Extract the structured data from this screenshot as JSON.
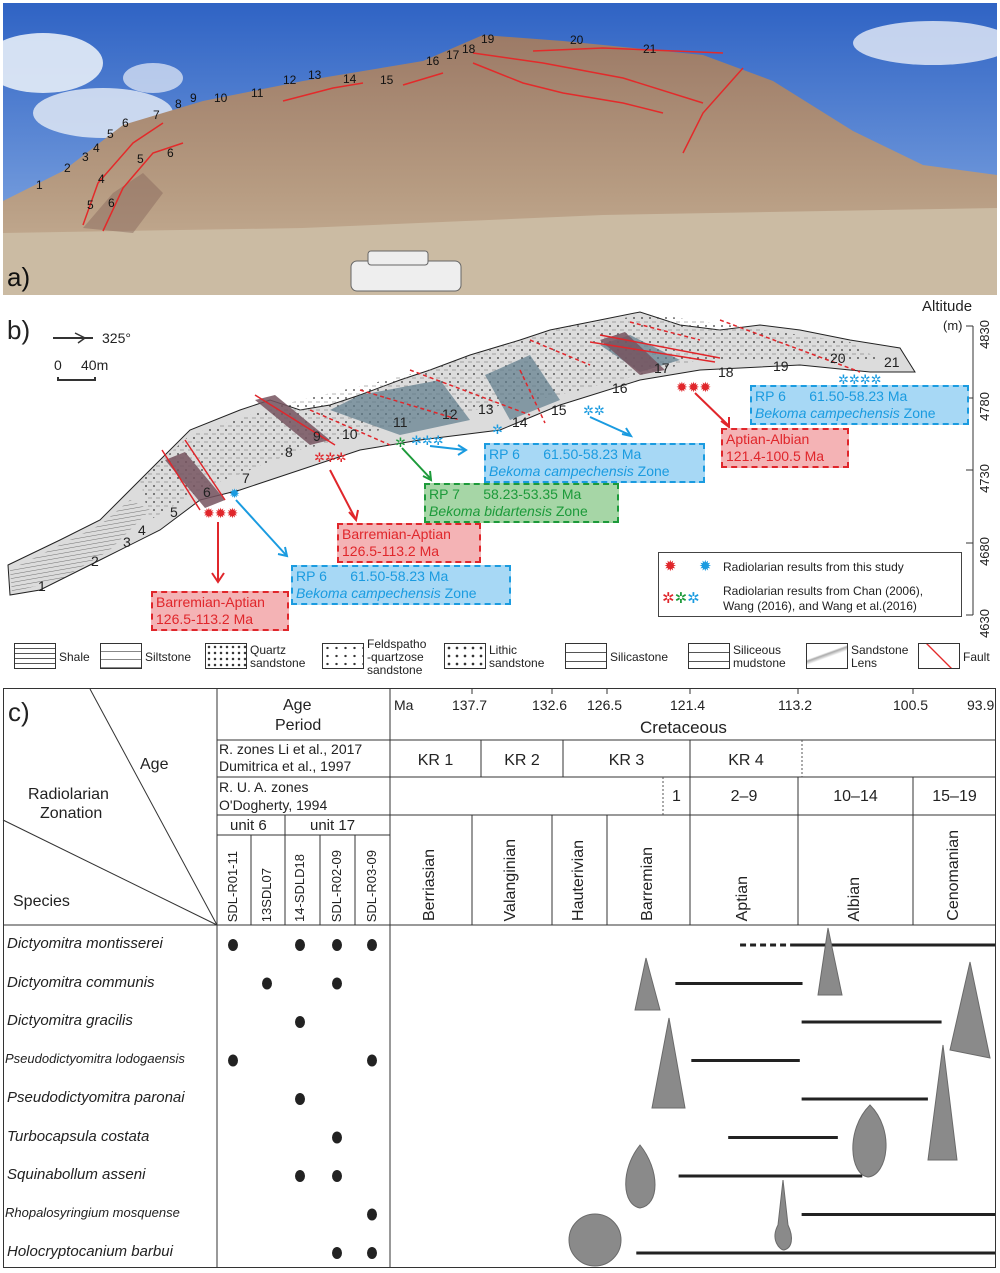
{
  "panel_a": {
    "label": "a)",
    "unit_numbers": [
      "1",
      "2",
      "3",
      "4",
      "5",
      "6",
      "7",
      "8",
      "9",
      "10",
      "11",
      "12",
      "13",
      "14",
      "15",
      "16",
      "17",
      "18",
      "19",
      "20",
      "21"
    ],
    "lower_numbers": [
      "5",
      "6",
      "4",
      "5",
      "6"
    ]
  },
  "panel_b": {
    "label": "b)",
    "strike": "325°",
    "scale_0": "0",
    "scale_40": "40m",
    "unit_numbers": [
      "1",
      "2",
      "3",
      "4",
      "5",
      "6",
      "7",
      "8",
      "9",
      "10",
      "11",
      "12",
      "13",
      "14",
      "15",
      "16",
      "17",
      "18",
      "19",
      "20",
      "21"
    ],
    "altitude_title": "Altitude",
    "altitude_unit": "(m)",
    "altitude_ticks": [
      "4830",
      "4780",
      "4730",
      "4680",
      "4630"
    ],
    "boxes": [
      {
        "l1": "Barremian-Aptian",
        "l2": "126.5-113.2 Ma",
        "color": "red"
      },
      {
        "l1": "RP 6      61.50-58.23 Ma",
        "l2a": "Bekoma campechensis",
        "l2b": " Zone",
        "color": "blue"
      },
      {
        "l1": "Barremian-Aptian",
        "l2": "126.5-113.2 Ma",
        "color": "red"
      },
      {
        "l1": "RP 7      58.23-53.35 Ma",
        "l2a": "Bekoma bidartensis",
        "l2b": " Zone",
        "color": "green"
      },
      {
        "l1": "RP 6      61.50-58.23 Ma",
        "l2a": "Bekoma campechensis",
        "l2b": " Zone",
        "color": "blue"
      },
      {
        "l1": "Aptian-Albian",
        "l2": "121.4-100.5 Ma",
        "color": "red"
      },
      {
        "l1": "RP 6      61.50-58.23 Ma",
        "l2a": "Bekoma campechensis",
        "l2b": " Zone",
        "color": "blue"
      }
    ],
    "legend": {
      "this_study": "Radiolarian results from this study",
      "previous_l1": "Radiolarian results from Chan (2006),",
      "previous_l2": "Wang (2016), and Wang et al.(2016)"
    }
  },
  "lithology_legend": [
    {
      "l1": "Shale"
    },
    {
      "l1": "Siltstone"
    },
    {
      "l1": "Quartz",
      "l2": "sandstone"
    },
    {
      "l1": "Feldspatho",
      "l2": "-quartzose",
      "l3": "sandstone"
    },
    {
      "l1": "Lithic",
      "l2": "sandstone"
    },
    {
      "l1": "Silicastone"
    },
    {
      "l1": "Siliceous",
      "l2": "mudstone"
    },
    {
      "l1": "Sandstone",
      "l2": "Lens"
    },
    {
      "l1": "Fault"
    }
  ],
  "panel_c": {
    "label": "c)",
    "corner": {
      "age": "Age",
      "zonation_l1": "Radiolarian",
      "zonation_l2": "Zonation",
      "species": "Species"
    },
    "age_period_l1": "Age",
    "age_period_l2": "Period",
    "ma_label": "Ma",
    "ma_ticks": [
      "137.7",
      "132.6",
      "126.5",
      "121.4",
      "113.2",
      "100.5",
      "93.9"
    ],
    "period": "Cretaceous",
    "rzones_l1": "R. zones Li et al., 2017",
    "rzones_l2": "Dumitrica et al., 1997",
    "kr_zones": [
      "KR 1",
      "KR 2",
      "KR 3",
      "KR 4"
    ],
    "rua_l1": "R. U. A. zones",
    "rua_l2": "O'Dogherty, 1994",
    "rua_zones": [
      "1",
      "2–9",
      "10–14",
      "15–19"
    ],
    "units": [
      "unit 6",
      "unit 17"
    ],
    "samples": [
      "SDL-R01-11",
      "13SDL07",
      "14-SDLD18",
      "SDL-R02-09",
      "SDL-R03-09"
    ],
    "stages": [
      "Berriasian",
      "Valanginian",
      "Hauterivian",
      "Barremian",
      "Aptian",
      "Albian",
      "Cenomanian"
    ],
    "species": [
      {
        "name": "Dictyomitra montisserei",
        "occ": [
          1,
          0,
          1,
          1,
          1
        ],
        "range": [
          113.8,
          93.9
        ],
        "dashed": [
          117.6,
          113.8
        ]
      },
      {
        "name": "Dictyomitra communis",
        "occ": [
          0,
          1,
          0,
          1,
          0
        ],
        "range": [
          122.3,
          112.7
        ]
      },
      {
        "name": "Dictyomitra gracilis",
        "occ": [
          0,
          0,
          1,
          0,
          0
        ],
        "range": [
          112.8,
          98.2
        ]
      },
      {
        "name": "Pseudodictyomitra lodogaensis",
        "occ": [
          1,
          0,
          0,
          0,
          1
        ],
        "range": [
          121.3,
          113.0
        ]
      },
      {
        "name": "Pseudodictyomitra paronai",
        "occ": [
          0,
          0,
          1,
          0,
          0
        ],
        "range": [
          112.8,
          99.3
        ]
      },
      {
        "name": "Turbocapsula costata",
        "occ": [
          0,
          0,
          0,
          1,
          0
        ],
        "range": [
          118.5,
          108.8
        ]
      },
      {
        "name": "Squinabollum asseni",
        "occ": [
          0,
          0,
          1,
          1,
          0
        ],
        "range": [
          122.1,
          106.1
        ]
      },
      {
        "name": "Rhopalosyringium mosquense",
        "occ": [
          0,
          0,
          0,
          0,
          1
        ],
        "range": [
          112.8,
          93.9
        ]
      },
      {
        "name": "Holocryptocanium barbui",
        "occ": [
          0,
          0,
          0,
          1,
          1
        ],
        "range": [
          124.7,
          93.9
        ]
      }
    ]
  },
  "colors": {
    "red": "#e0262b",
    "blue": "#1a9be0",
    "green": "#1c9a3a",
    "fault": "#e32a2a"
  }
}
